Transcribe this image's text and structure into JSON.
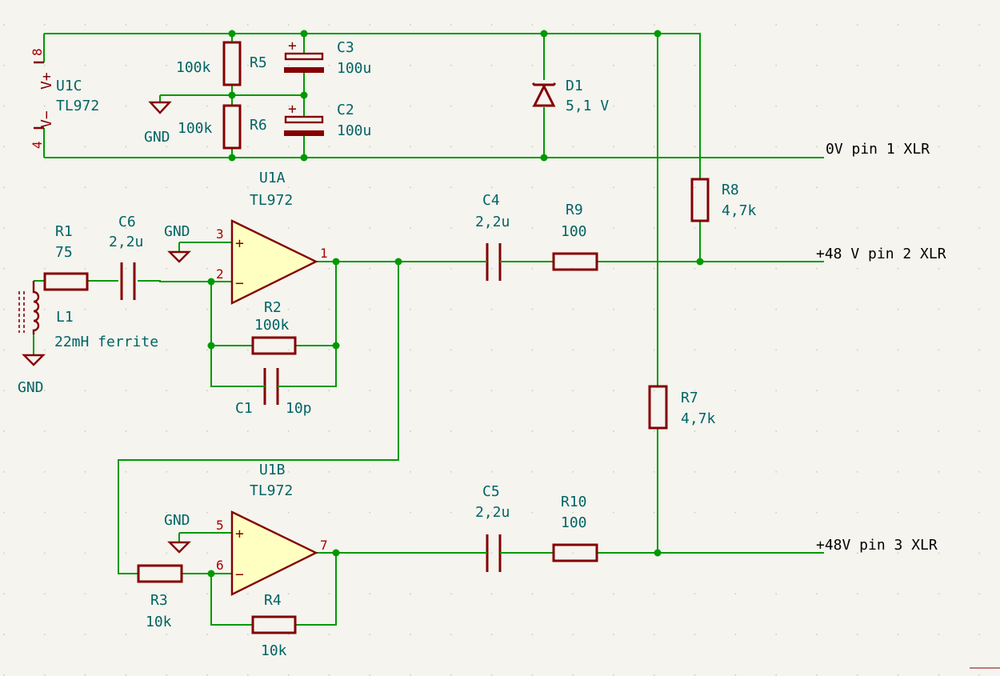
{
  "net_labels": {
    "ov_pin1": "0V pin 1 XLR",
    "p48_pin2": "+48 V pin 2 XLR",
    "p48_pin3": "+48V pin 3 XLR"
  },
  "power_unit": {
    "ref": "U1C",
    "value": "TL972",
    "pin_vplus": "8",
    "pin_vminus": "4",
    "vplus": "V+",
    "vminus": "V−"
  },
  "amp_a": {
    "ref": "U1A",
    "value": "TL972",
    "pin_plus": "3",
    "pin_minus": "2",
    "pin_out": "1"
  },
  "amp_b": {
    "ref": "U1B",
    "value": "TL972",
    "pin_plus": "5",
    "pin_minus": "6",
    "pin_out": "7"
  },
  "opamp_symbols": {
    "plus": "+",
    "minus": "−",
    "cap_plus": "+"
  },
  "components": {
    "r1": {
      "ref": "R1",
      "value": "75"
    },
    "r2": {
      "ref": "R2",
      "value": "100k"
    },
    "r3": {
      "ref": "R3",
      "value": "10k"
    },
    "r4": {
      "ref": "R4",
      "value": "10k"
    },
    "r5": {
      "ref": "R5",
      "value": "100k"
    },
    "r6": {
      "ref": "R6",
      "value": "100k"
    },
    "r7": {
      "ref": "R7",
      "value": "4,7k"
    },
    "r8": {
      "ref": "R8",
      "value": "4,7k"
    },
    "r9": {
      "ref": "R9",
      "value": "100"
    },
    "r10": {
      "ref": "R10",
      "value": "100"
    },
    "c1": {
      "ref": "C1",
      "value": "10p"
    },
    "c2": {
      "ref": "C2",
      "value": "100u"
    },
    "c3": {
      "ref": "C3",
      "value": "100u"
    },
    "c4": {
      "ref": "C4",
      "value": "2,2u"
    },
    "c5": {
      "ref": "C5",
      "value": "2,2u"
    },
    "c6": {
      "ref": "C6",
      "value": "2,2u"
    },
    "d1": {
      "ref": "D1",
      "value": "5,1 V"
    },
    "l1": {
      "ref": "L1",
      "value": "22mH ferrite"
    }
  },
  "gnd": {
    "label": "GND"
  },
  "colors": {
    "wire": "#009900",
    "symbol": "#840000",
    "body_fill": "#ffffc2",
    "ref_text": "#006464",
    "pin_text": "#a90000",
    "background": "#f5f4ef"
  }
}
